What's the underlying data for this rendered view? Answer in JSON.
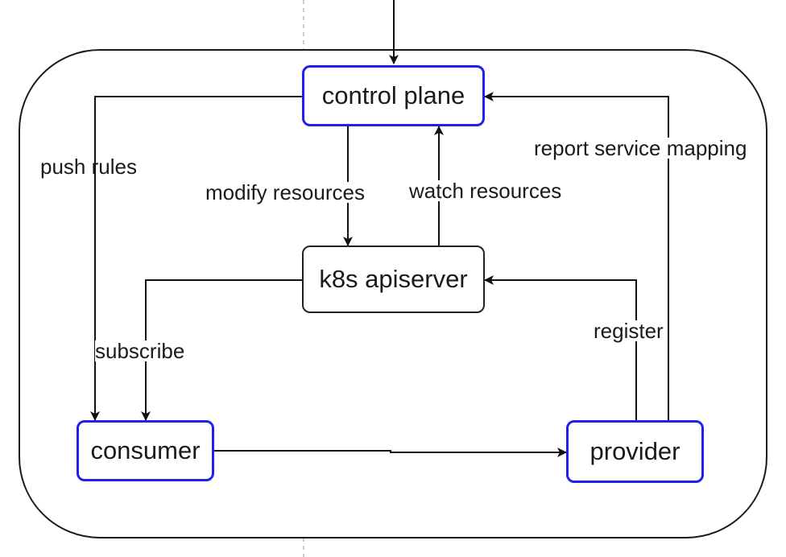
{
  "diagram": {
    "nodes": {
      "control_plane": {
        "label": "control plane",
        "border_color": "#1f1ff0"
      },
      "apiserver": {
        "label": "k8s apiserver",
        "border_color": "#222222"
      },
      "consumer": {
        "label": "consumer",
        "border_color": "#1f1ff0"
      },
      "provider": {
        "label": "provider",
        "border_color": "#1f1ff0"
      }
    },
    "edges": {
      "push_rules": "push rules",
      "modify_resources": "modify resources",
      "watch_resources": "watch resources",
      "report_service_mapping": "report service mapping",
      "subscribe": "subscribe",
      "register": "register"
    }
  }
}
